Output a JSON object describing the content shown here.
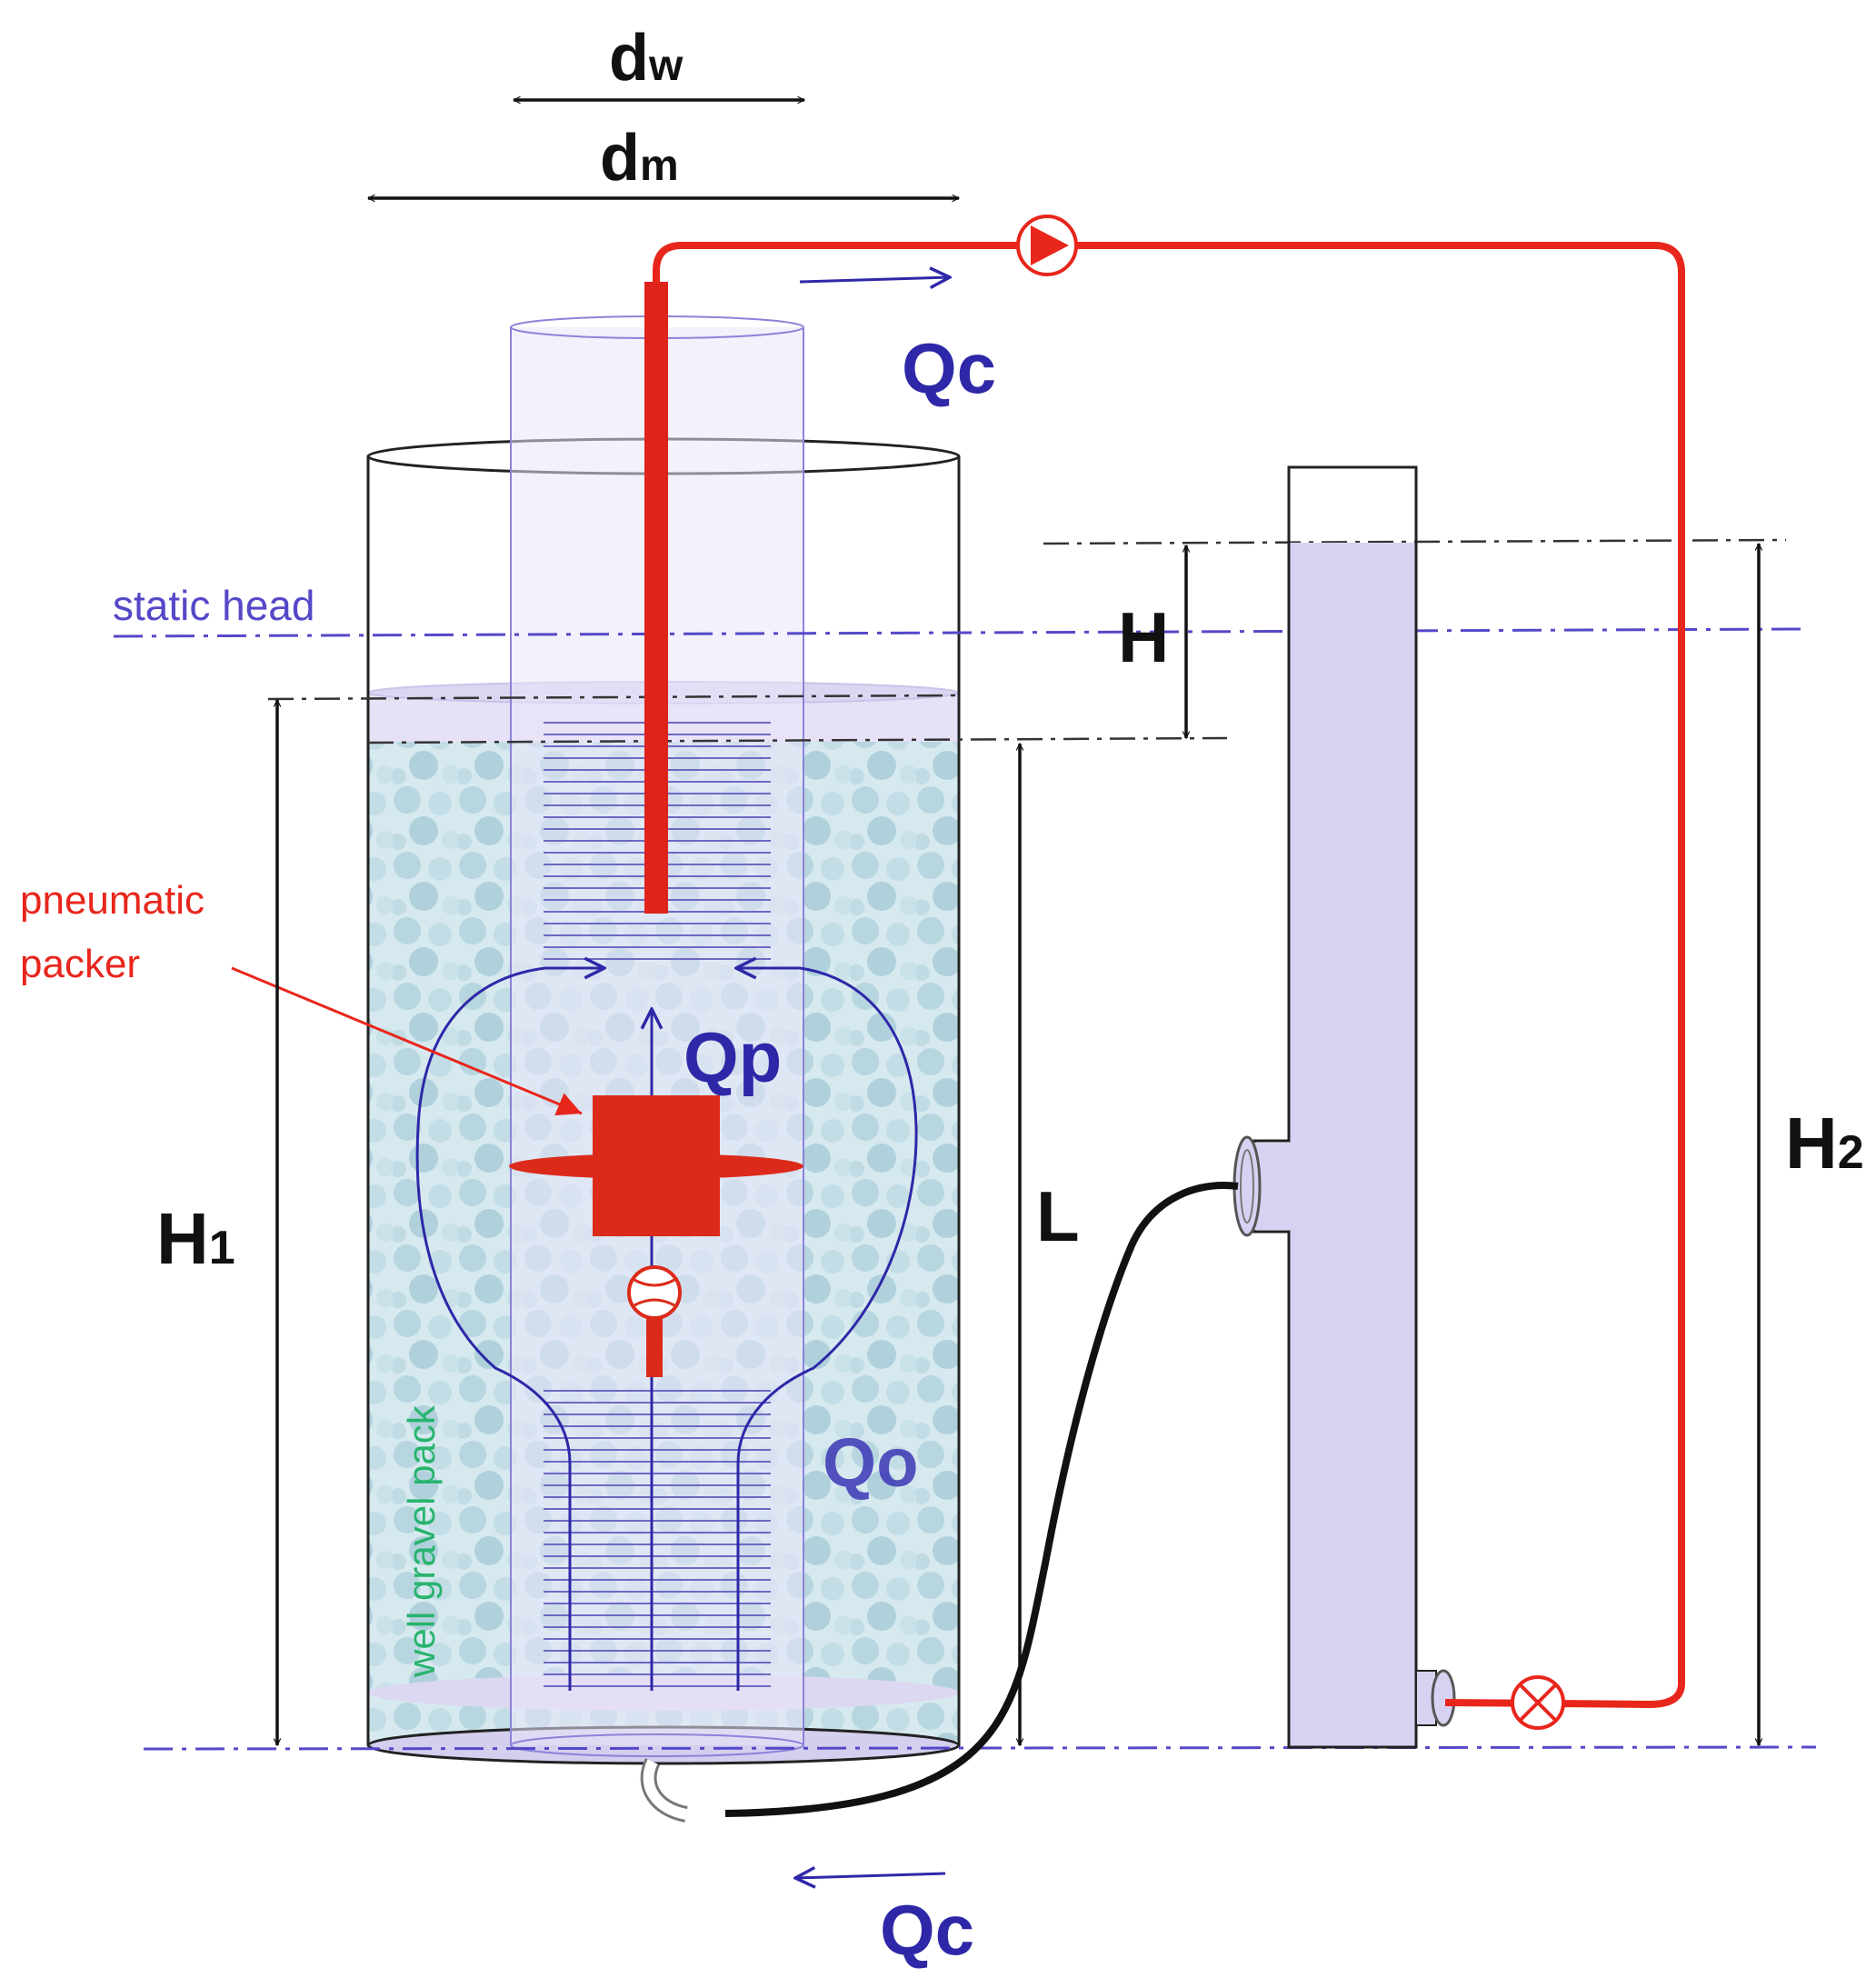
{
  "labels": {
    "dw_main": "d",
    "dw_sub": "w",
    "dm_main": "d",
    "dm_sub": "m",
    "qc_top": "Qc",
    "qc_bottom": "Qc",
    "static_head": "static head",
    "h": "H",
    "h1_main": "H",
    "h1_sub": "1",
    "h2_main": "H",
    "h2_sub": "2",
    "l": "L",
    "qp": "Qp",
    "qo": "Qo",
    "pneumatic_packer_line1": "pneumatic",
    "pneumatic_packer_line2": "packer",
    "gravel_pack": "well gravel pack"
  },
  "colors": {
    "circulation_pipe": "#e8261c",
    "flow_lines": "#2e28a8",
    "water_fill": "#d8d2f2",
    "gravel": "#b9d9e3",
    "packer": "#dc2a1a",
    "hose": "#111111",
    "reference_lines": "#5548c8",
    "gravel_label": "#28b46e"
  },
  "icons": {
    "pump": "pump-symbol-icon",
    "valve": "valve-symbol-icon",
    "flowmeter": "flowmeter-icon"
  }
}
